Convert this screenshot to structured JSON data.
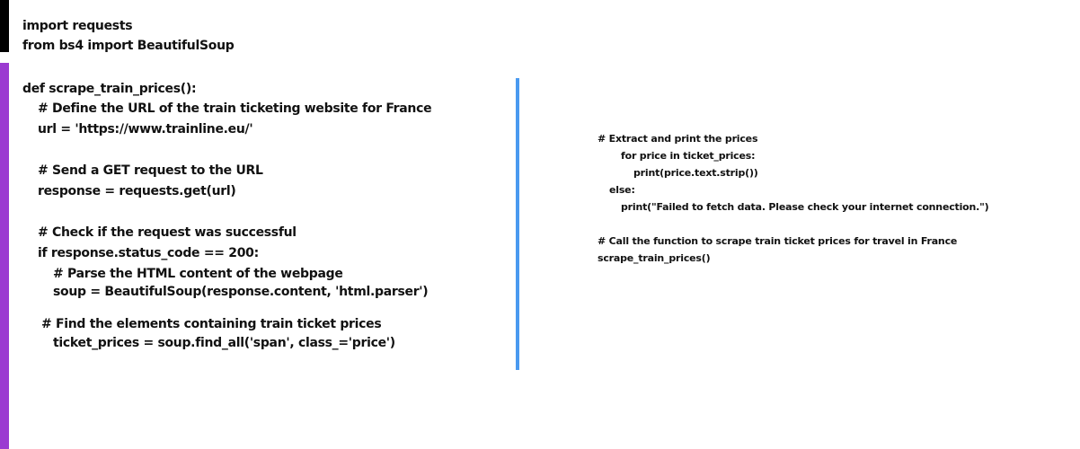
{
  "slide": {
    "accent_colors": {
      "top_bar": "#000000",
      "side_bar": "#9b3ad1",
      "divider": "#4a9af0"
    },
    "imports": [
      "import requests",
      "from bs4 import BeautifulSoup"
    ],
    "left_code": [
      "def scrape_train_prices():",
      "# Define the URL of the train ticketing website for France",
      "url = 'https://www.trainline.eu/'",
      "# Send a GET request to the URL",
      "response = requests.get(url)",
      "# Check if the request was successful",
      "if response.status_code == 200:",
      "# Parse the HTML content of the webpage",
      "soup = BeautifulSoup(response.content, 'html.parser')",
      "# Find the elements containing train ticket prices",
      "ticket_prices = soup.find_all('span', class_='price')"
    ],
    "right_code": [
      "# Extract and print the prices",
      "for price in ticket_prices:",
      "print(price.text.strip())",
      "else:",
      "print(\"Failed to fetch data. Please check your internet connection.\")",
      "# Call the function to scrape train ticket prices for travel in France",
      "scrape_train_prices()"
    ]
  }
}
